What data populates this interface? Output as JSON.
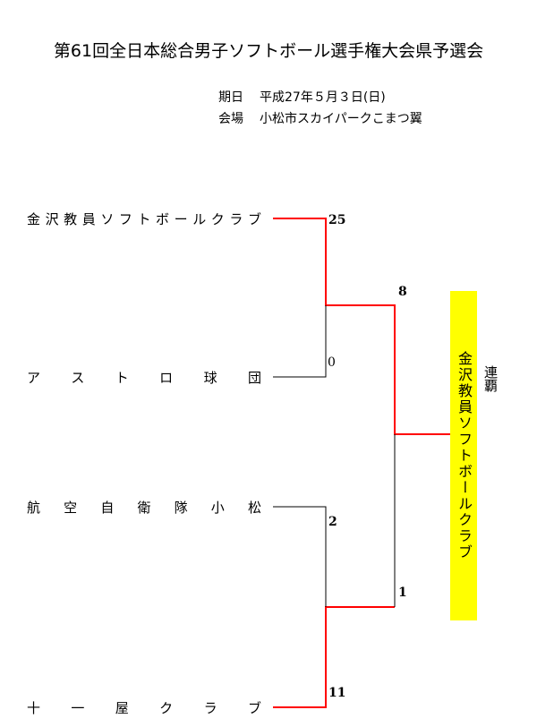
{
  "title": "第61回全日本総合男子ソフトボール選手権大会県予選会",
  "info": {
    "date_label": "期日",
    "date_value": "平成27年５月３日(日)",
    "venue_label": "会場",
    "venue_value": "小松市スカイパークこまつ翼"
  },
  "teams": [
    "金沢教員ソフトボールクラブ",
    "アストロ球団",
    "航空自衛隊小松",
    "十一屋クラブ"
  ],
  "scores": {
    "r1_team1": "25",
    "r1_team2": "0",
    "r1_team3": "2",
    "r1_team4": "11",
    "final_top": "8",
    "final_bottom": "1"
  },
  "winner": "金沢教員ソフトボールクラブ",
  "winner_note": "連覇",
  "colors": {
    "win_line": "#ff0000",
    "lose_line": "#000000",
    "winner_bg": "#ffff00"
  }
}
